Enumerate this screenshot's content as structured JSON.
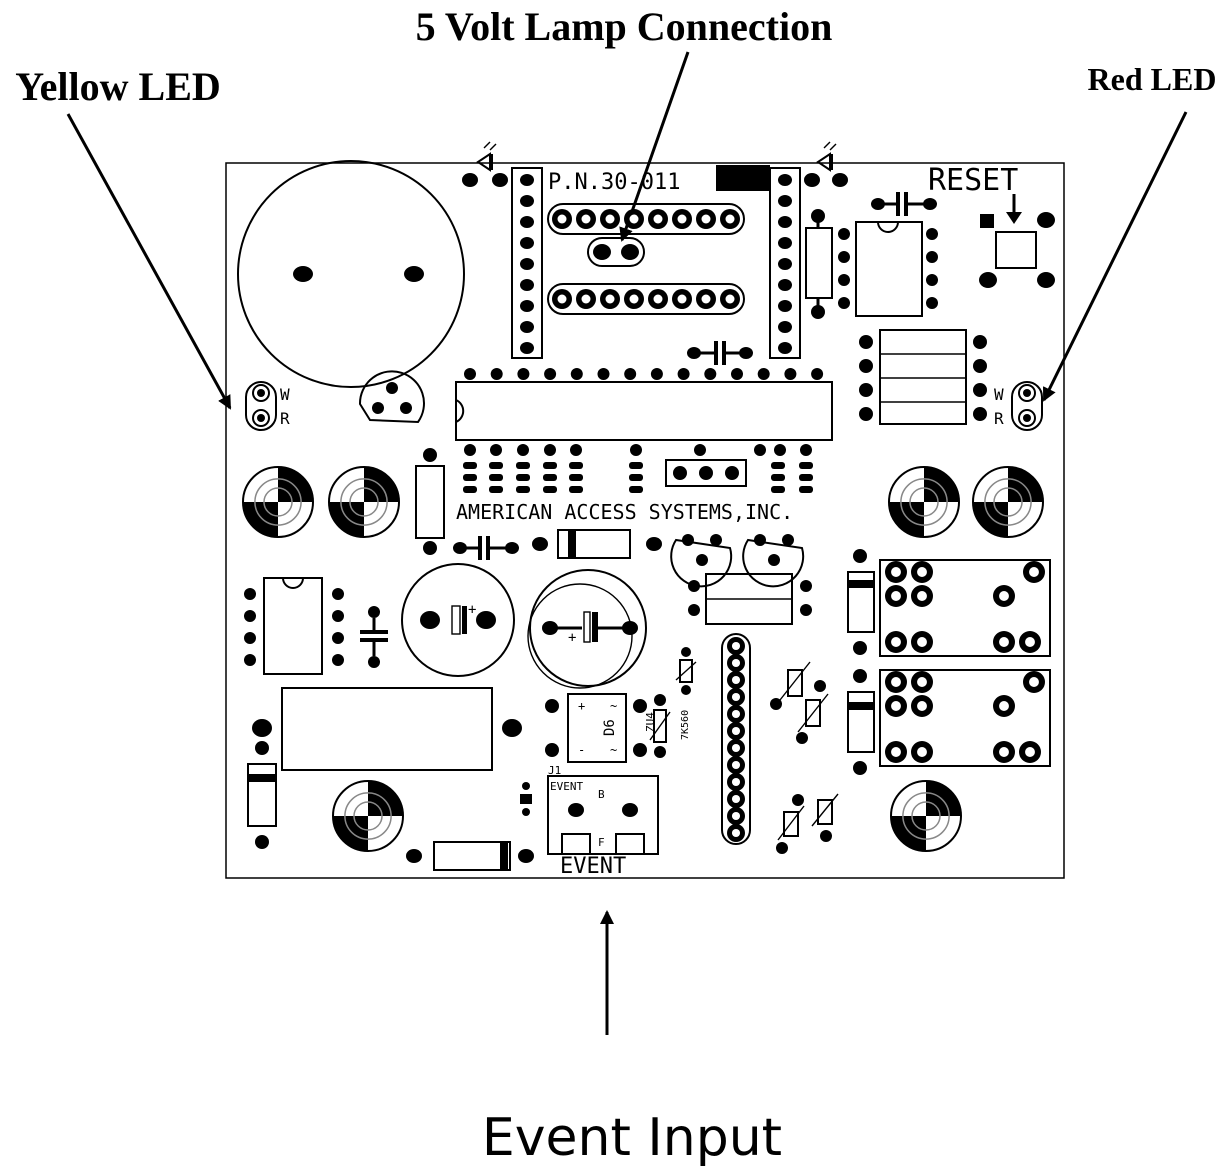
{
  "callouts": {
    "lamp": "5 Volt Lamp Connection",
    "yellow_led": "Yellow LED",
    "red_led": "Red LED",
    "event_input": "Event Input"
  },
  "board": {
    "part_number": "P.N.30-011",
    "reset": "RESET",
    "company": "AMERICAN ACCESS SYSTEMS,INC.",
    "event": "EVENT",
    "j1_label": "J1",
    "j1_event": "EVENT",
    "j1_b": "B",
    "j1_f": "F",
    "w": "W",
    "r": "R",
    "d6": "D6",
    "zu4": "ZU4",
    "zu4_value": "7K560",
    "plus": "+",
    "minus": "-",
    "tilde": "~"
  }
}
